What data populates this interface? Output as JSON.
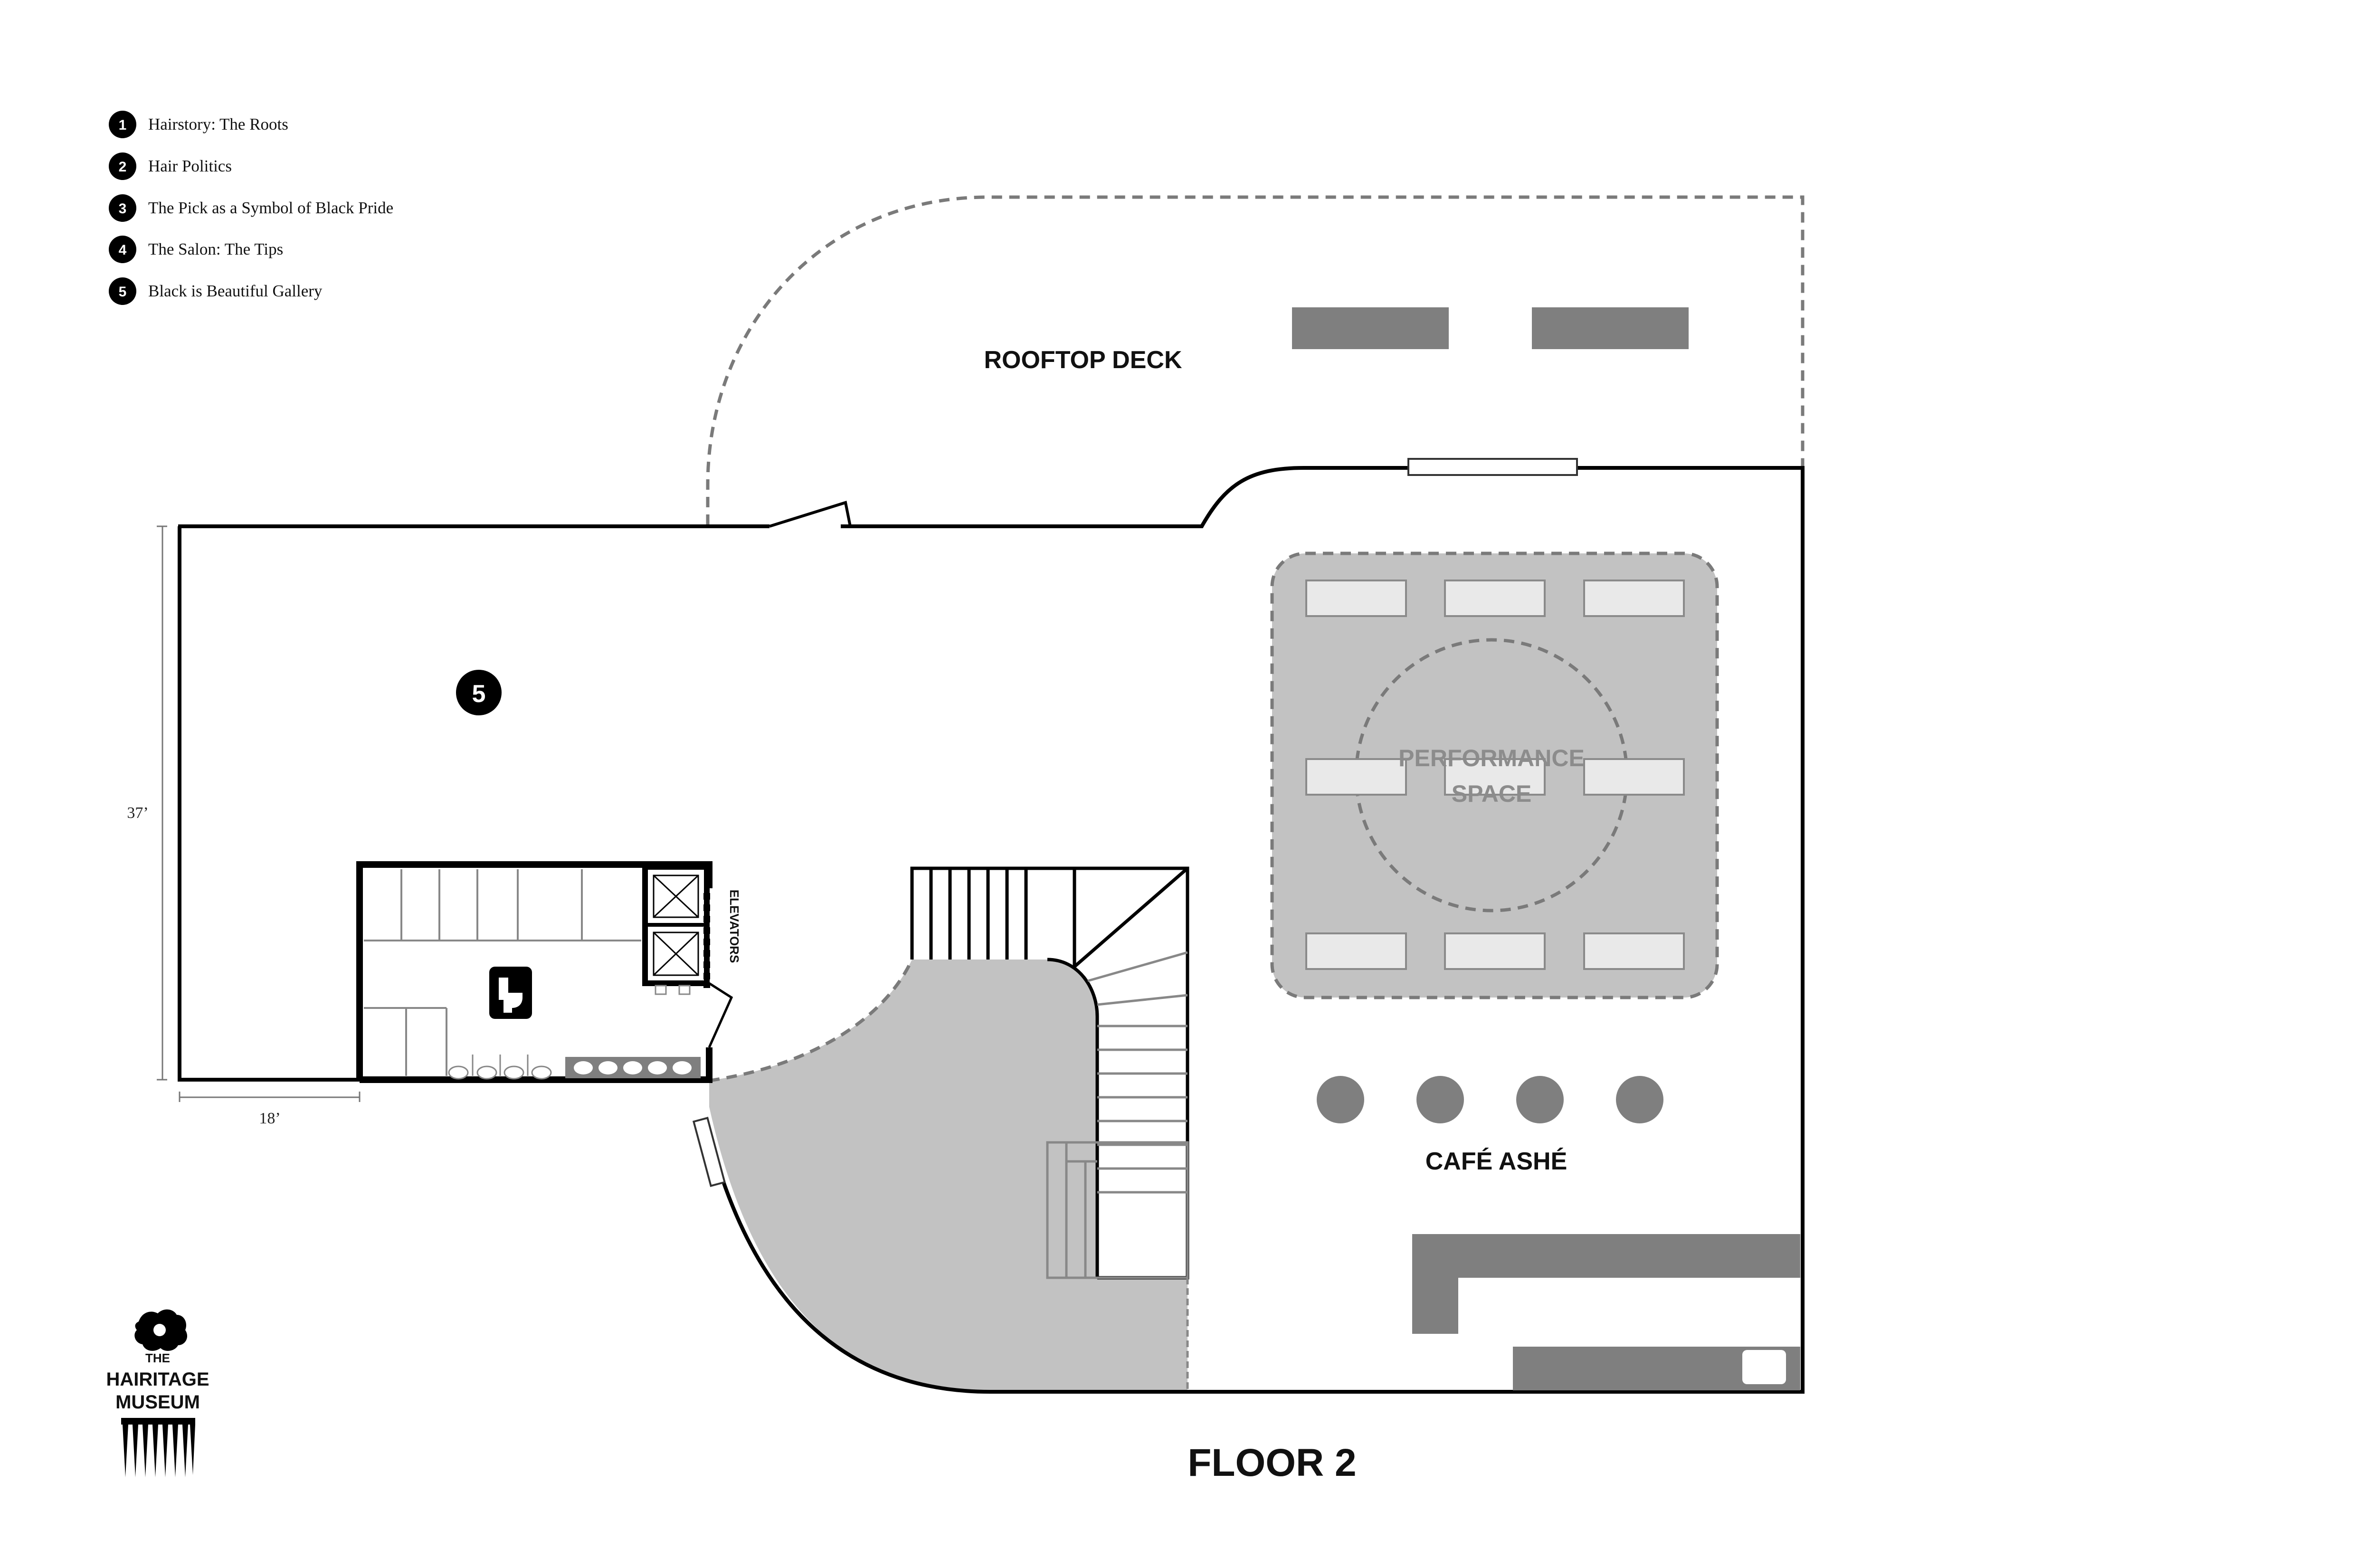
{
  "legend": {
    "items": [
      {
        "number": "1",
        "label": "Hairstory: The Roots"
      },
      {
        "number": "2",
        "label": "Hair Politics"
      },
      {
        "number": "3",
        "label": "The Pick as a Symbol of Black Pride"
      },
      {
        "number": "4",
        "label": "The Salon: The Tips"
      },
      {
        "number": "5",
        "label": "Black is Beautiful Gallery"
      }
    ]
  },
  "map": {
    "floor_title": "FLOOR 2",
    "rooftop_label": "ROOFTOP DECK",
    "performance_label_line1": "PERFORMANCE",
    "performance_label_line2": "SPACE",
    "cafe_label": "CAFÉ ASHÉ",
    "elevators_label": "ELEVATORS",
    "gallery_marker": "5",
    "dimension_height": "37’",
    "dimension_width": "18’"
  },
  "logo": {
    "line1": "THE",
    "line2": "HAIRITAGE",
    "line3": "MUSEUM"
  },
  "colors": {
    "wall": "#000000",
    "furniture": "#7f7f7f",
    "shaded_area": "#c2c2c2",
    "dashed_outline": "#7a7a7a",
    "table_fill": "#e9e9e9"
  }
}
